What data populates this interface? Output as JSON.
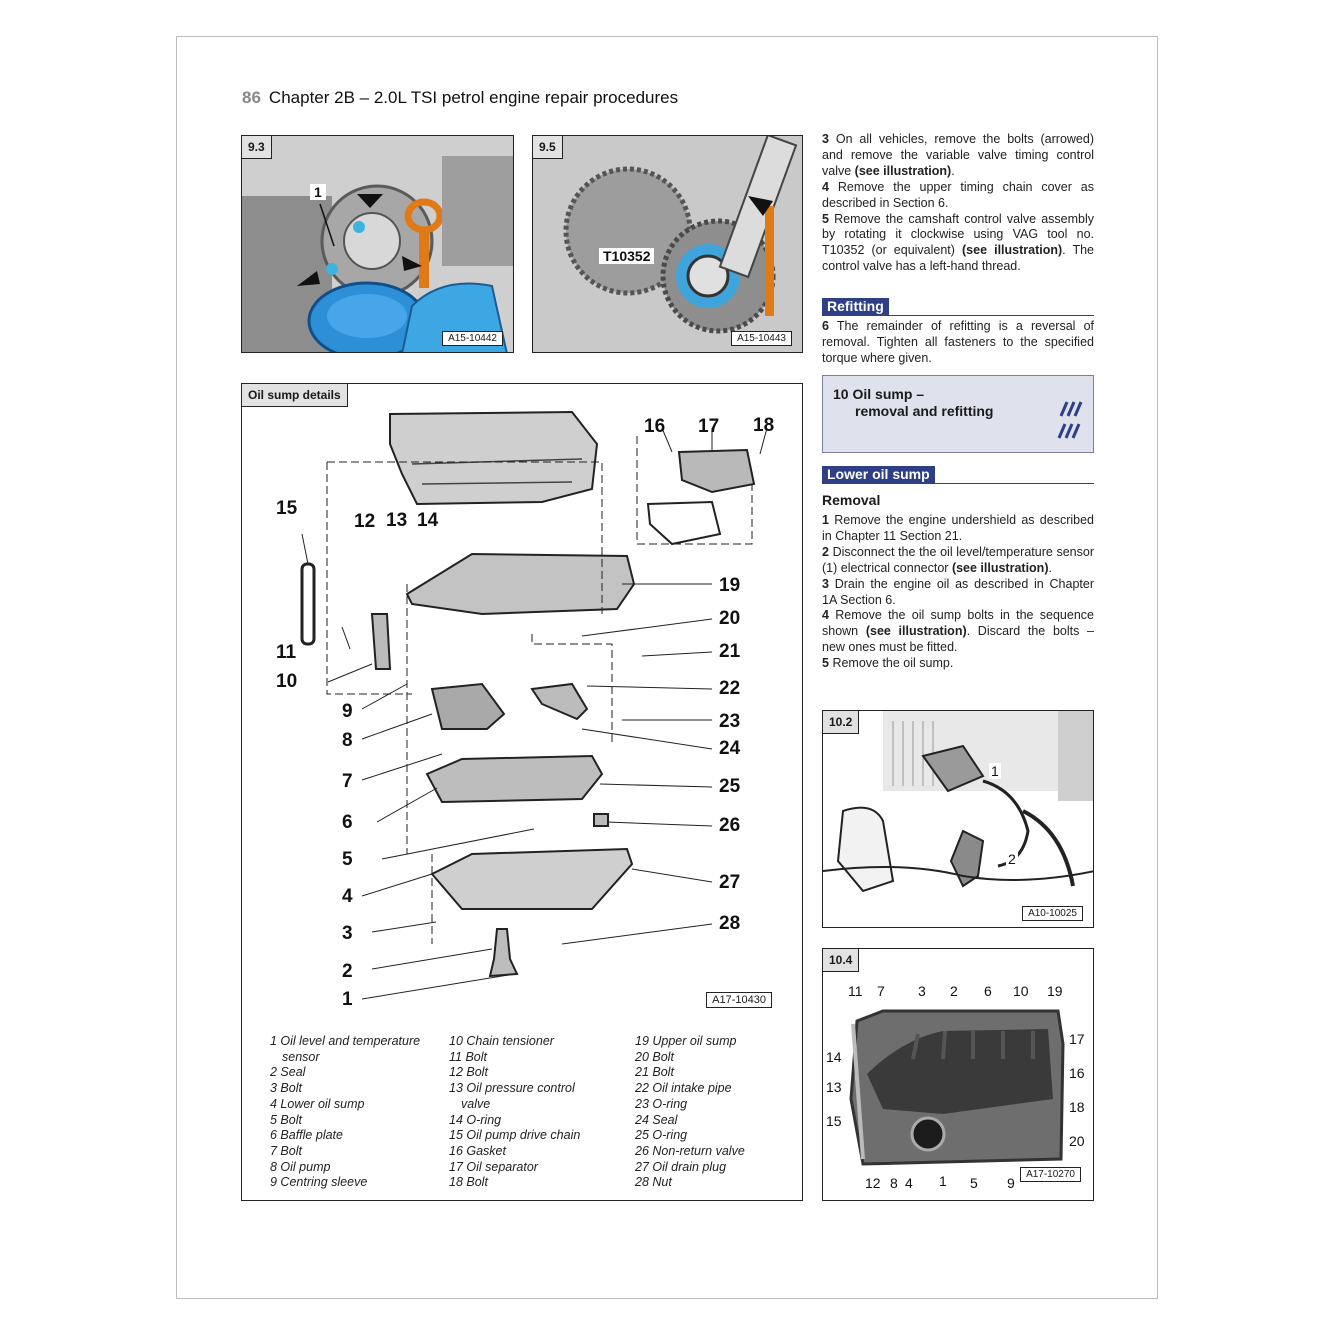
{
  "header": {
    "page_number": "86",
    "title": "Chapter 2B – 2.0L TSI petrol engine repair procedures"
  },
  "photo_9_3": {
    "tag": "9.3",
    "ref": "A15-10442",
    "callout": "1"
  },
  "photo_9_5": {
    "tag": "9.5",
    "ref": "A15-10443",
    "tool_label": "T10352"
  },
  "right_column": {
    "para_3_num": "3",
    "para_3_a": "On all vehicles, remove the bolts (arrowed) and remove the variable valve timing control valve",
    "para_3_b": "(see illustration)",
    "para_3_c": ".",
    "para_4_num": "4",
    "para_4": "Remove the upper timing chain cover as described in Section 6.",
    "para_5_num": "5",
    "para_5_a": "Remove the camshaft control valve assembly by rotating it clockwise using VAG tool no. T10352 (or equivalent)",
    "para_5_b": "(see illustration)",
    "para_5_c": ". The control valve has a left-hand thread.",
    "refitting_head": "Refitting",
    "para_6_num": "6",
    "para_6": "The remainder of refitting is a reversal of removal. Tighten all fasteners to the specified torque where given."
  },
  "section_box": {
    "number": "10",
    "title_line1": "Oil sump –",
    "title_line2": "removal and refitting"
  },
  "lower_sump": {
    "head": "Lower oil sump",
    "subhead": "Removal",
    "s1_num": "1",
    "s1": "Remove the engine undershield as described in Chapter 11 Section 21.",
    "s2_num": "2",
    "s2_a": "Disconnect the the oil level/temperature sensor (1) electrical connector",
    "s2_b": "(see illustration)",
    "s2_c": ".",
    "s3_num": "3",
    "s3": "Drain the engine oil as described in Chapter 1A Section 6.",
    "s4_num": "4",
    "s4_a": "Remove the oil sump bolts in the sequence shown",
    "s4_b": "(see illustration)",
    "s4_c": ". Discard the bolts – new ones must be fitted.",
    "s5_num": "5",
    "s5": "Remove the oil sump."
  },
  "photo_10_2": {
    "tag": "10.2",
    "ref": "A10-10025",
    "callout_1": "1",
    "callout_2": "2"
  },
  "photo_10_4": {
    "tag": "10.4",
    "ref": "A17-10270",
    "top": [
      "11",
      "7",
      "3",
      "2",
      "6",
      "10",
      "19"
    ],
    "left": [
      "14",
      "13",
      "15"
    ],
    "right": [
      "17",
      "16",
      "18",
      "20"
    ],
    "bottom": [
      "12",
      "8",
      "4",
      "1",
      "5",
      "9"
    ]
  },
  "diagram": {
    "tag": "Oil sump details",
    "ref": "A17-10430",
    "callouts": [
      "1",
      "2",
      "3",
      "4",
      "5",
      "6",
      "7",
      "8",
      "9",
      "10",
      "11",
      "12",
      "13",
      "14",
      "15",
      "16",
      "17",
      "18",
      "19",
      "20",
      "21",
      "22",
      "23",
      "24",
      "25",
      "26",
      "27",
      "28"
    ],
    "legend_col1": [
      "1 Oil level and temperature",
      "sensor",
      "2 Seal",
      "3 Bolt",
      "4 Lower oil sump",
      "5 Bolt",
      "6 Baffle plate",
      "7 Bolt",
      "8 Oil pump",
      "9 Centring sleeve"
    ],
    "legend_col2": [
      "10 Chain tensioner",
      "11 Bolt",
      "12 Bolt",
      "13 Oil pressure control",
      "valve",
      "14 O-ring",
      "15 Oil pump drive chain",
      "16 Gasket",
      "17 Oil separator",
      "18 Bolt"
    ],
    "legend_col3": [
      "19 Upper oil sump",
      "20 Bolt",
      "21 Bolt",
      "22 Oil intake pipe",
      "23 O-ring",
      "24 Seal",
      "25 O-ring",
      "26 Non-return valve",
      "27 Oil drain plug",
      "28 Nut"
    ]
  }
}
